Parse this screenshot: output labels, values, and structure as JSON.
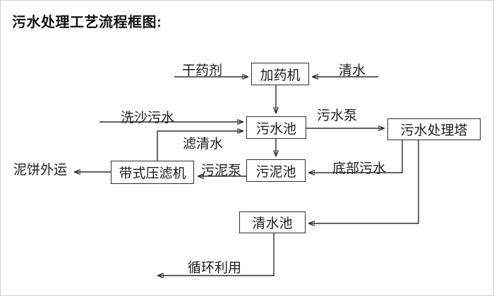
{
  "title": "污水处理工艺流程框图:",
  "nodes": {
    "dosing_machine": "加药机",
    "sewage_pool": "污水池",
    "treatment_tower": "污水处理塔",
    "belt_filter_press": "带式压滤机",
    "sludge_pool": "污泥池",
    "clear_water_pool": "清水池"
  },
  "edge_labels": {
    "dry_agent": "干药剂",
    "clear_water": "清水",
    "sand_wash_sewage": "洗沙污水",
    "sewage_pump": "污水泵",
    "filtered_water": "滤清水",
    "sludge_pump": "污泥泵",
    "bottom_sewage": "底部污水",
    "mud_cake_out": "泥饼外运",
    "recycle_use": "循环利用"
  },
  "colors": {
    "line": "#2e2e2e",
    "text": "#1c1c1c",
    "background": "#ffffff"
  }
}
